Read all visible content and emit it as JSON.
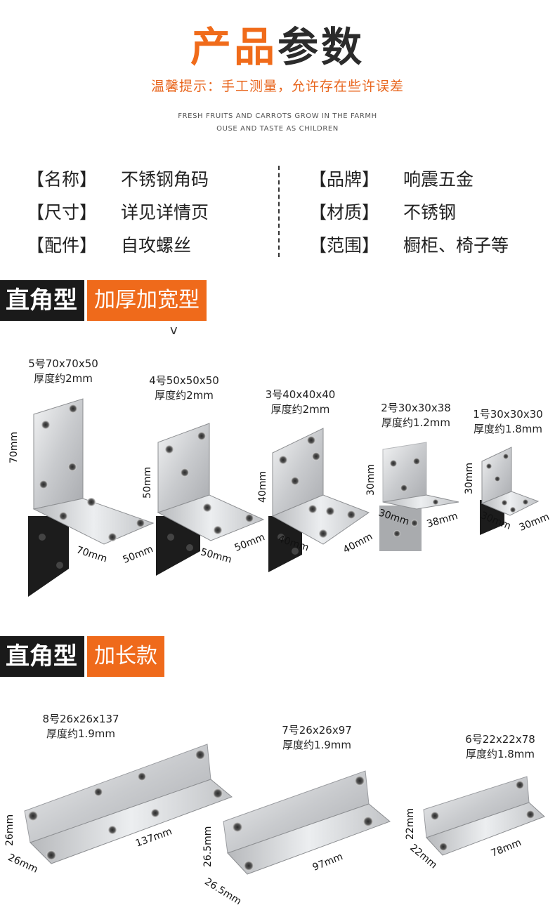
{
  "header": {
    "title_part1": "产品",
    "title_part2": "参数",
    "tip": "温馨提示：手工测量，允许存在些许误差",
    "tagline_line1": "FRESH FRUITS AND CARROTS GROW IN THE FARMH",
    "tagline_line2": "OUSE AND TASTE AS CHILDREN"
  },
  "params": {
    "left": [
      {
        "key": "【名称】",
        "value": "不锈钢角码"
      },
      {
        "key": "【尺寸】",
        "value": "详见详情页"
      },
      {
        "key": "【配件】",
        "value": "自攻螺丝"
      }
    ],
    "right": [
      {
        "key": "【品牌】",
        "value": "响震五金"
      },
      {
        "key": "【材质】",
        "value": "不锈钢"
      },
      {
        "key": "【范围】",
        "value": "橱柜、椅子等"
      }
    ]
  },
  "section1": {
    "dark_label": "直角型",
    "orange_label": "加厚加宽型",
    "stray_mark": "v",
    "products": [
      {
        "model": "5号70x70x50",
        "thickness": "厚度约2mm",
        "dims": [
          "70mm",
          "70mm",
          "50mm"
        ]
      },
      {
        "model": "4号50x50x50",
        "thickness": "厚度约2mm",
        "dims": [
          "50mm",
          "50mm",
          "50mm"
        ]
      },
      {
        "model": "3号40x40x40",
        "thickness": "厚度约2mm",
        "dims": [
          "40mm",
          "40mm",
          "40mm"
        ]
      },
      {
        "model": "2号30x30x38",
        "thickness": "厚度约1.2mm",
        "dims": [
          "30mm",
          "30mm",
          "38mm"
        ]
      },
      {
        "model": "1号30x30x30",
        "thickness": "厚度约1.8mm",
        "dims": [
          "30mm",
          "30mm",
          "30mm"
        ]
      }
    ]
  },
  "section2": {
    "dark_label": "直角型",
    "orange_label": "加长款",
    "products": [
      {
        "model": "8号26x26x137",
        "thickness": "厚度约1.9mm",
        "dims": [
          "26mm",
          "26mm",
          "137mm"
        ]
      },
      {
        "model": "7号26x26x97",
        "thickness": "厚度约1.9mm",
        "dims": [
          "26.5mm",
          "26.5mm",
          "97mm"
        ]
      },
      {
        "model": "6号22x22x78",
        "thickness": "厚度约1.8mm",
        "dims": [
          "22mm",
          "22mm",
          "78mm"
        ]
      }
    ]
  },
  "colors": {
    "accent_orange": "#ef6a1b",
    "banner_dark": "#1a1a1a",
    "steel_light": "#e4e5e7",
    "steel_dark": "#9a9ca0",
    "black_finish": "#1c1c1c"
  }
}
